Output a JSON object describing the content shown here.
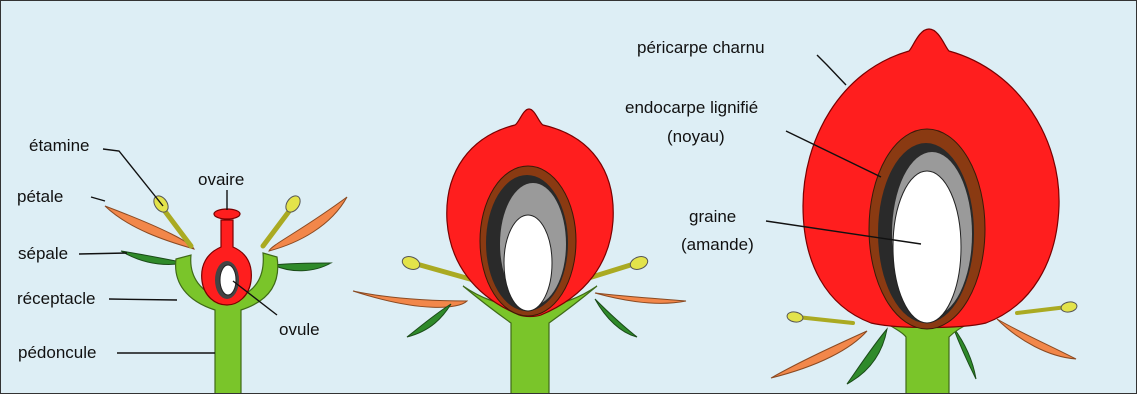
{
  "labels": {
    "etamine": "étamine",
    "petale": "pétale",
    "sepale": "sépale",
    "receptacle": "réceptacle",
    "pedoncule": "pédoncule",
    "ovaire": "ovaire",
    "ovule": "ovule",
    "pericarpe": "péricarpe charnu",
    "endocarpe_line1": "endocarpe lignifié",
    "endocarpe_line2": "(noyau)",
    "graine_line1": "graine",
    "graine_line2": "(amande)"
  },
  "colors": {
    "background": "#ddeef5",
    "stem": "#7ac52a",
    "fruit": "#ff1e1e",
    "endocarp": "#8a3a12",
    "petal": "#f2874a",
    "sepal": "#2f8a2a",
    "stamen": "#cccc33",
    "seed": "#ffffff",
    "outline": "#1a1a1a"
  }
}
